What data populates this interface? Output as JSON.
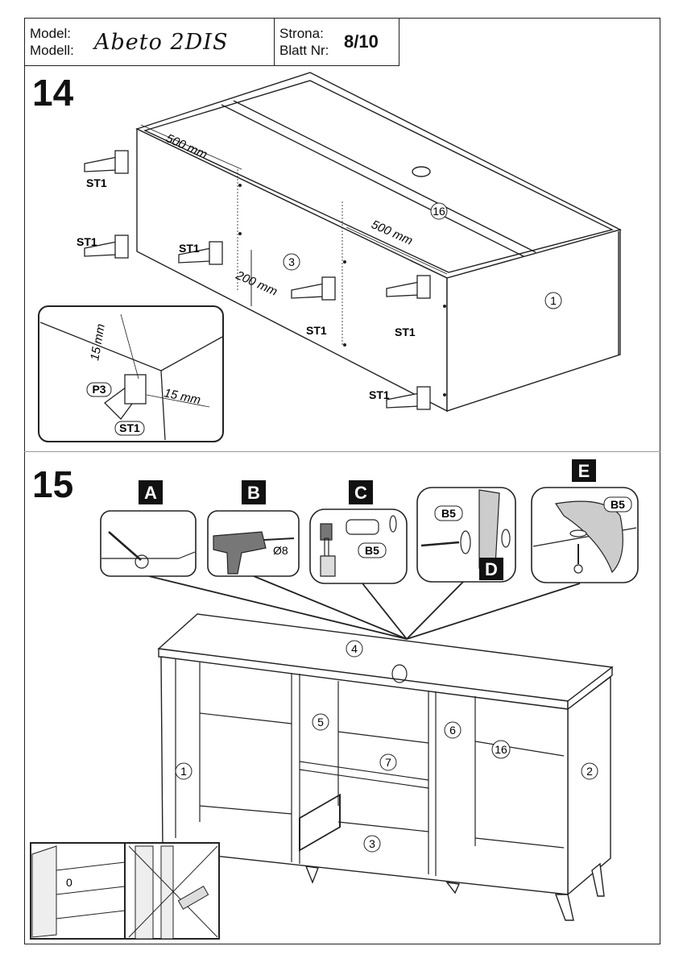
{
  "header": {
    "model_label_pl": "Model:",
    "model_label_de": "Modell:",
    "model_name": "Abeto 2DIS",
    "page_label_pl": "Strona:",
    "page_label_de": "Blatt Nr:",
    "page_number": "8/10"
  },
  "step14": {
    "number": "14",
    "dimensions": [
      "500 mm",
      "500 mm",
      "200 mm"
    ],
    "part_labels": [
      "16",
      "3",
      "1"
    ],
    "leg_label": "ST1",
    "inset": {
      "label_p3": "P3",
      "label_st1": "ST1",
      "dim_vertical": "15 mm",
      "dim_horizontal": "15 mm"
    }
  },
  "step15": {
    "number": "15",
    "panels": [
      {
        "letter": "A"
      },
      {
        "letter": "B",
        "caption": "Ø8"
      },
      {
        "letter": "C",
        "caption": "B5"
      },
      {
        "letter": "D",
        "caption": "B5"
      },
      {
        "letter": "E",
        "caption": "B5"
      }
    ],
    "part_labels": [
      "4",
      "5",
      "6",
      "16",
      "7",
      "1",
      "2",
      "3"
    ],
    "inset_mark": "0"
  }
}
